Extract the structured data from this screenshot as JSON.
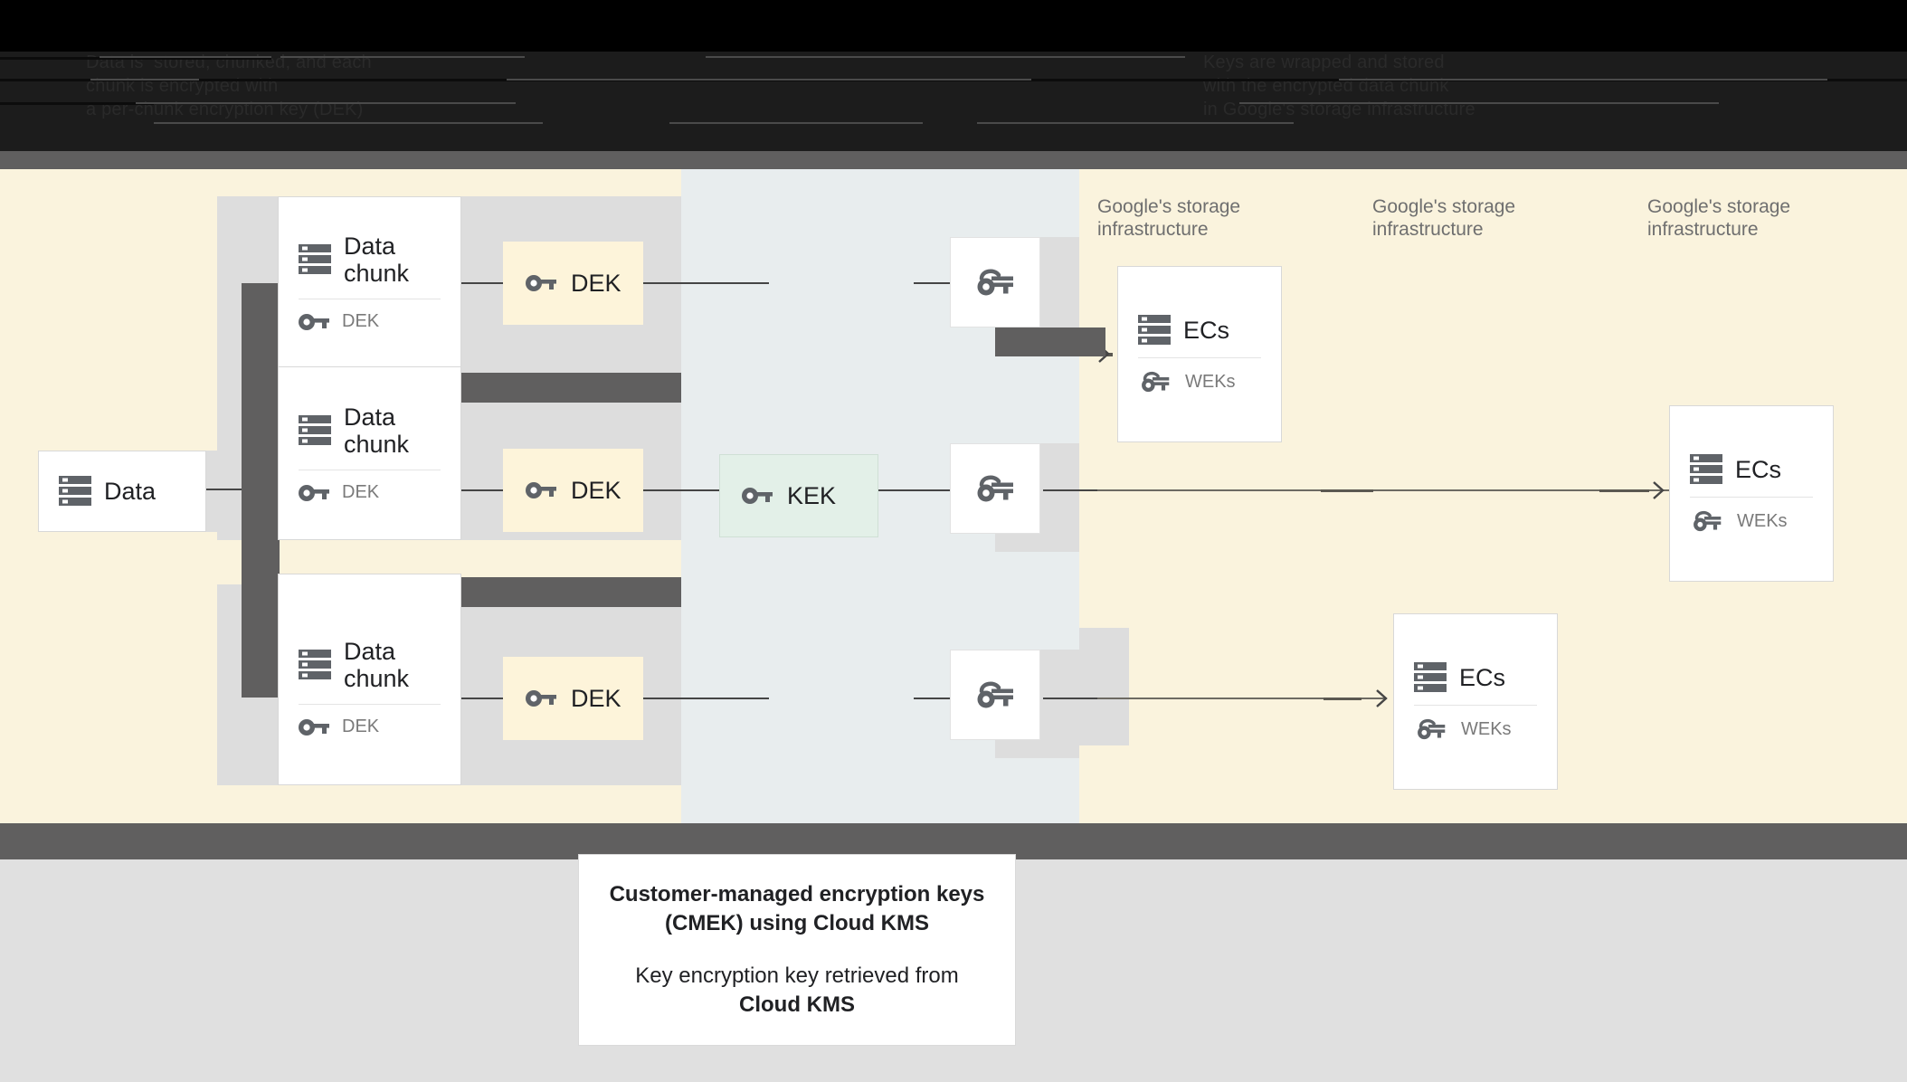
{
  "header": {
    "obscured": true,
    "lines": [
      "Data is  stored, chunked, and each",
      "chunk is encrypted with",
      "a per-chunk encryption key (DEK)"
    ],
    "right_lines": [
      "Keys are wrapped and stored",
      "with the encrypted data chunk",
      "in Google's storage infrastructure"
    ]
  },
  "diagram": {
    "source": {
      "label": "Data",
      "icon": "database-icon"
    },
    "chunks": [
      {
        "title": "Data chunk",
        "icon": "database-icon",
        "key_label": "DEK",
        "key_icon": "key-icon"
      },
      {
        "title": "Data chunk",
        "icon": "database-icon",
        "key_label": "DEK",
        "key_icon": "key-icon"
      },
      {
        "title": "Data chunk",
        "icon": "database-icon",
        "key_label": "DEK",
        "key_icon": "key-icon"
      }
    ],
    "deks": [
      {
        "label": "DEK",
        "icon": "key-icon"
      },
      {
        "label": "DEK",
        "icon": "key-icon"
      },
      {
        "label": "DEK",
        "icon": "key-icon"
      }
    ],
    "kek": {
      "label": "KEK",
      "icon": "key-icon"
    },
    "wrapped_keys": [
      {
        "icon": "wrapped-key-icon"
      },
      {
        "icon": "wrapped-key-icon"
      },
      {
        "icon": "wrapped-key-icon"
      }
    ],
    "storage_labels": [
      "Google's storage\ninfrastructure",
      "Google's storage\ninfrastructure",
      "Google's storage\ninfrastructure"
    ],
    "ec_cards": [
      {
        "title": "ECs",
        "icon": "database-icon",
        "key_label": "WEKs",
        "key_icon": "wrapped-key-icon"
      },
      {
        "title": "ECs",
        "icon": "database-icon",
        "key_label": "WEKs",
        "key_icon": "wrapped-key-icon"
      },
      {
        "title": "ECs",
        "icon": "database-icon",
        "key_label": "WEKs",
        "key_icon": "wrapped-key-icon"
      }
    ]
  },
  "caption": {
    "title_line1": "Customer-managed encryption keys",
    "title_line2": "(CMEK) using Cloud KMS",
    "body_line1": "Key encryption key retrieved from",
    "body_line2": "Cloud KMS"
  },
  "colors": {
    "cream": "#faf3dd",
    "blue_grey": "#e8edee",
    "row_grey": "#dddddd",
    "occlusion": "#605f5f",
    "dek_chip": "#fdf4da",
    "kek_chip": "#e3f0e8",
    "icon": "#5f6368",
    "text": "#202124",
    "muted": "#7a7a7a"
  }
}
